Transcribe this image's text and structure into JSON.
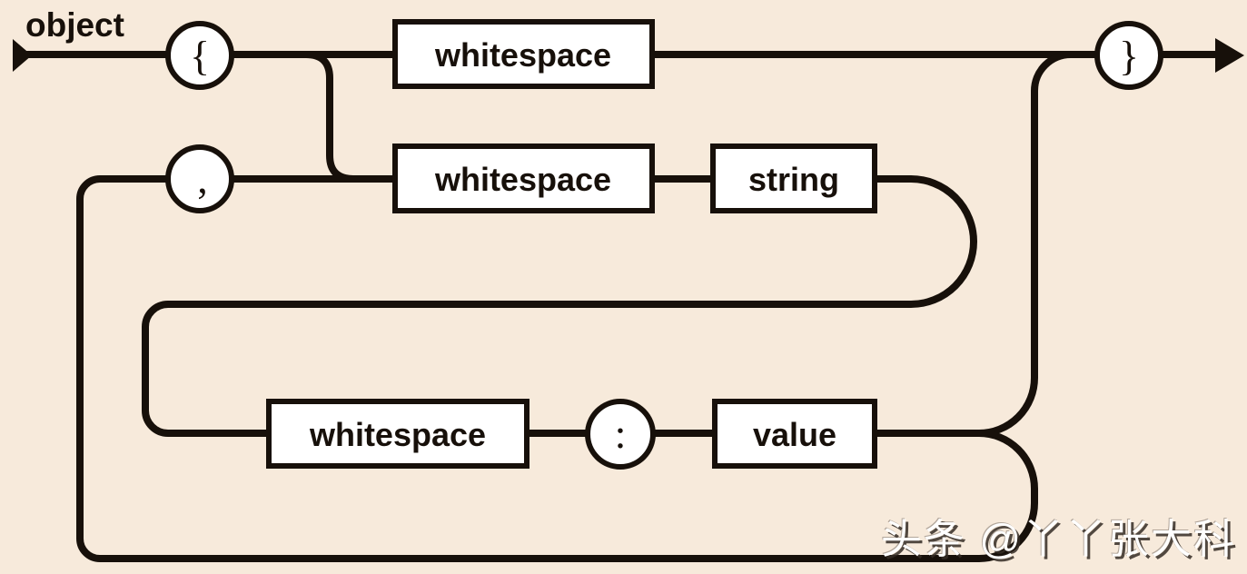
{
  "diagram": {
    "rule_title": "object",
    "nodes": {
      "open_brace": "{",
      "whitespace_top": "whitespace",
      "comma": ",",
      "whitespace_mid": "whitespace",
      "string": "string",
      "whitespace_bottom": "whitespace",
      "colon": ":",
      "value": "value",
      "close_brace": "}"
    }
  },
  "watermark": {
    "text": "头条 @丫丫张大科"
  },
  "colors": {
    "background": "#f7eadb",
    "line": "#17100a",
    "node_fill": "#ffffff",
    "watermark_text": "#ffffff"
  }
}
